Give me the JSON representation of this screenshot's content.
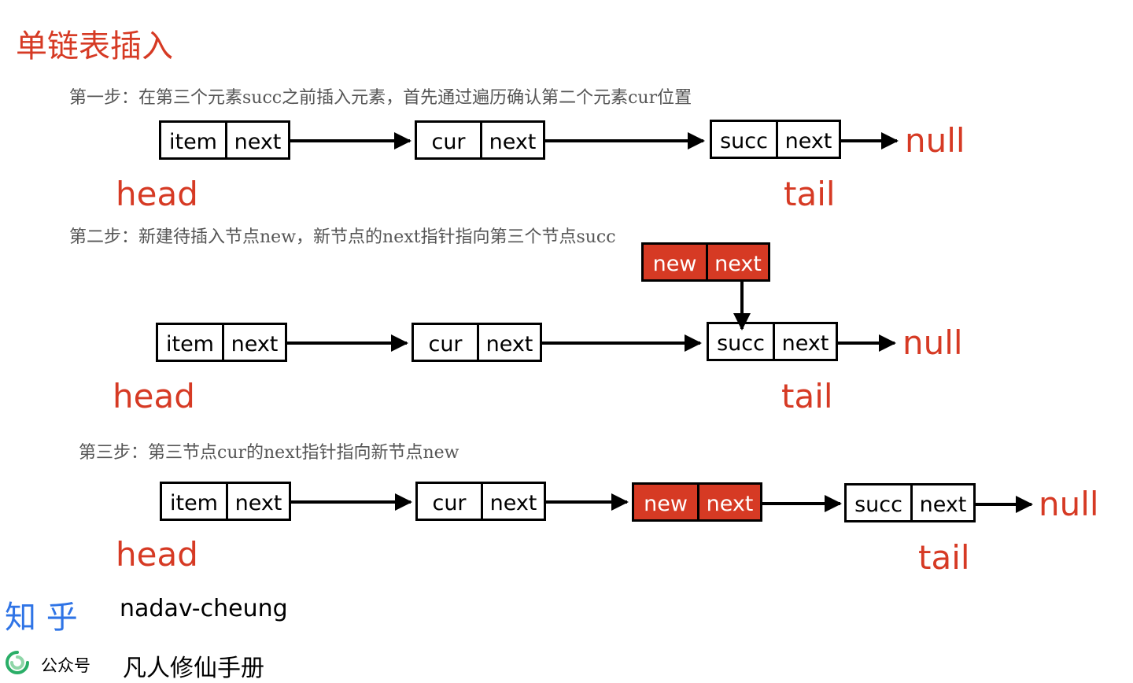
{
  "title": "单链表插入",
  "steps": [
    {
      "caption": "第一步：在第三个元素succ之前插入元素，首先通过遍历确认第二个元素cur位置",
      "nodes": [
        {
          "value": "item",
          "pointer": "next"
        },
        {
          "value": "cur",
          "pointer": "next"
        },
        {
          "value": "succ",
          "pointer": "next"
        }
      ],
      "terminal": "null",
      "head_label": "head",
      "tail_label": "tail"
    },
    {
      "caption": "第二步：新建待插入节点new，新节点的next指针指向第三个节点succ",
      "new_node": {
        "value": "new",
        "pointer": "next"
      },
      "nodes": [
        {
          "value": "item",
          "pointer": "next"
        },
        {
          "value": "cur",
          "pointer": "next"
        },
        {
          "value": "succ",
          "pointer": "next"
        }
      ],
      "terminal": "null",
      "head_label": "head",
      "tail_label": "tail"
    },
    {
      "caption": "第三步：第三节点cur的next指针指向新节点new",
      "nodes": [
        {
          "value": "item",
          "pointer": "next"
        },
        {
          "value": "cur",
          "pointer": "next"
        },
        {
          "value": "new",
          "pointer": "next"
        },
        {
          "value": "succ",
          "pointer": "next"
        }
      ],
      "terminal": "null",
      "head_label": "head",
      "tail_label": "tail"
    }
  ],
  "footer": {
    "zhihu_logo": "知  乎",
    "zhihu_name": "nadav-cheung",
    "wechat_label": "公众号",
    "wechat_name": "凡人修仙手册"
  },
  "colors": {
    "accent_red": "#d63a24",
    "zhihu_blue": "#2f74e6",
    "wechat_green": "#2aae67"
  }
}
